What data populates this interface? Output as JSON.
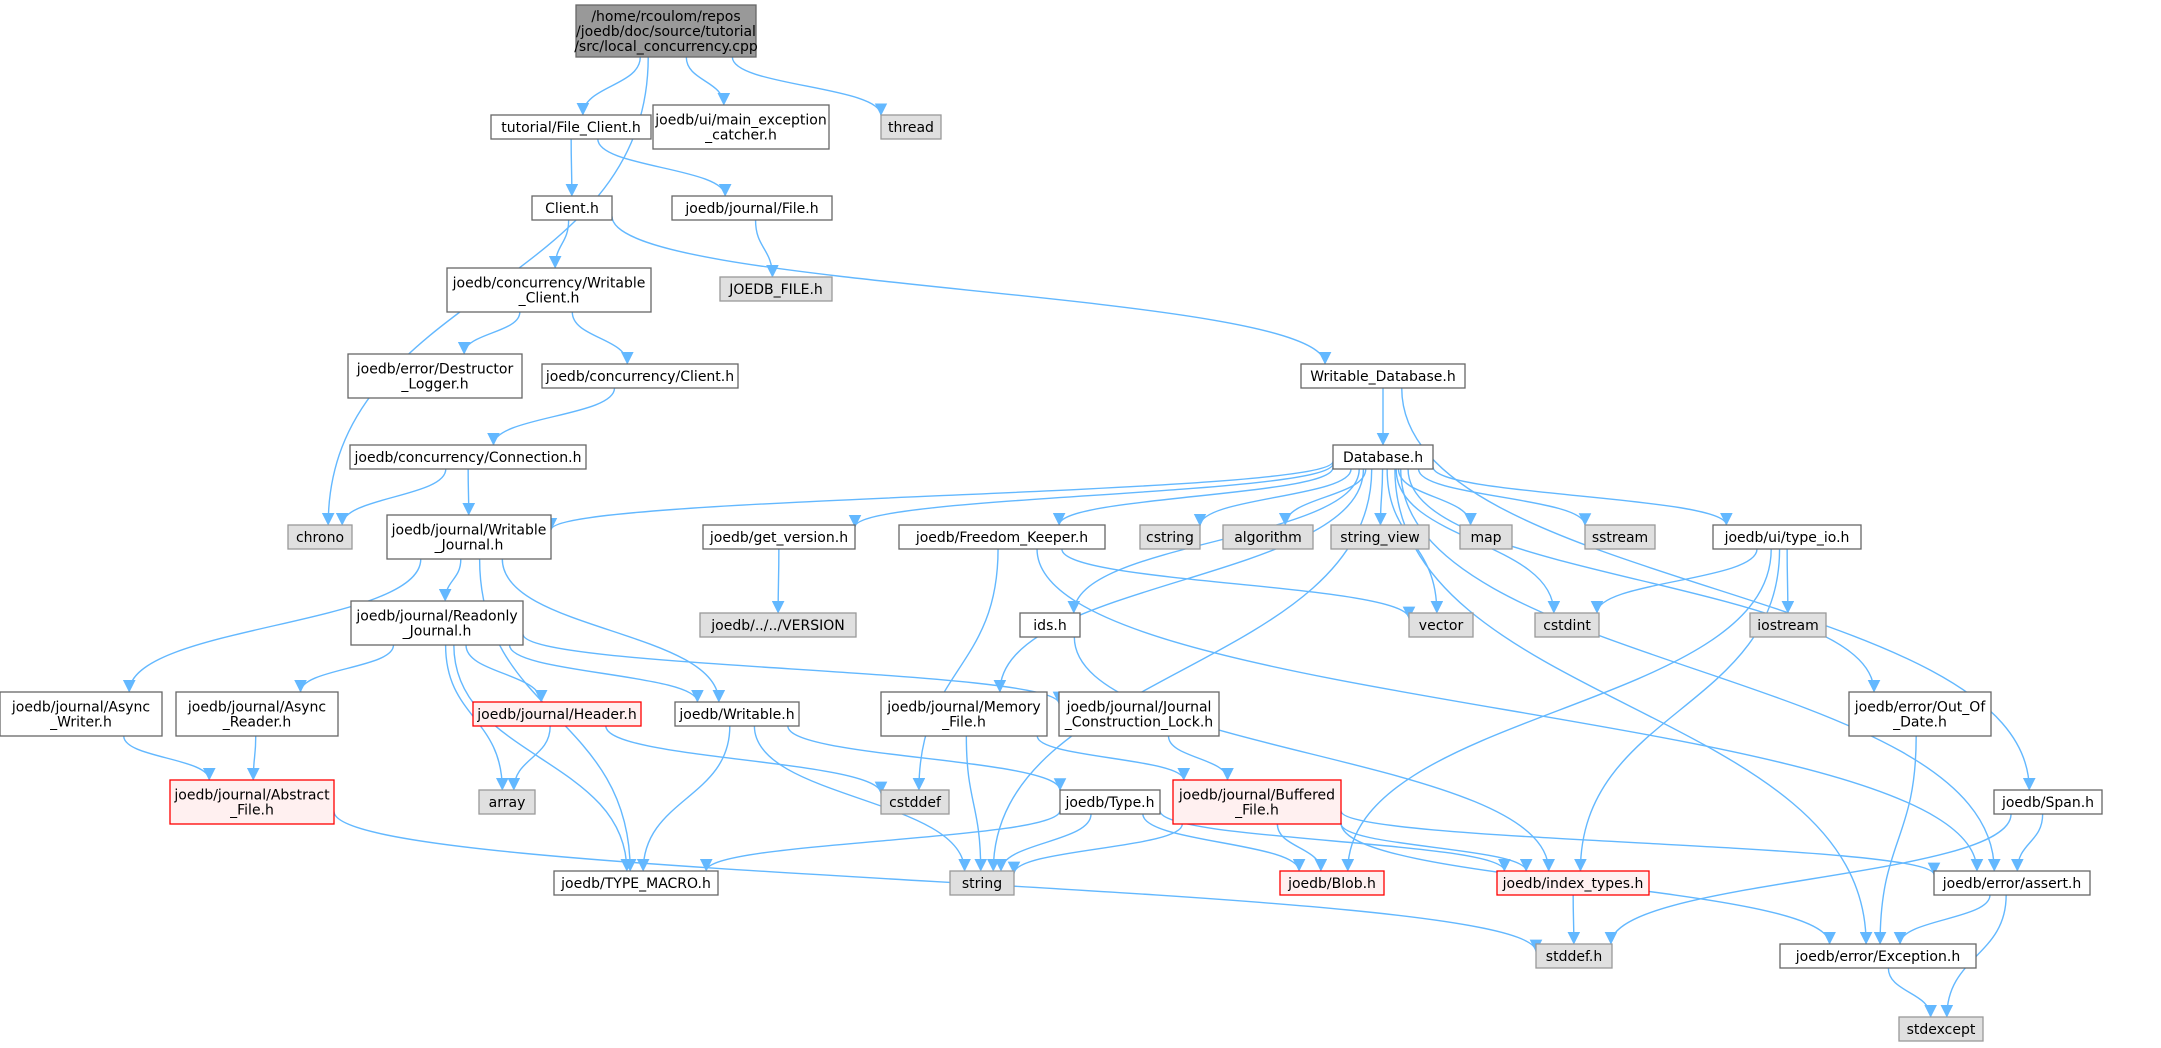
{
  "colors": {
    "edge": "#63b8ff",
    "root_fill": "#999999",
    "root_stroke": "#666666",
    "file_fill": "#ffffff",
    "file_stroke": "#666666",
    "sys_fill": "#e0e0e0",
    "sys_stroke": "#999999",
    "trunc_fill": "#fff0f0",
    "trunc_stroke": "#ff0000"
  },
  "nodes": [
    {
      "id": "root",
      "kind": "root",
      "lines": [
        "/home/rcoulom/repos",
        "/joedb/doc/source/tutorial",
        "/src/local_concurrency.cpp"
      ]
    },
    {
      "id": "tutorial_file_client",
      "kind": "file",
      "lines": [
        "tutorial/File_Client.h"
      ]
    },
    {
      "id": "main_exception_catcher",
      "kind": "file",
      "lines": [
        "joedb/ui/main_exception",
        "_catcher.h"
      ]
    },
    {
      "id": "thread",
      "kind": "sys",
      "lines": [
        "thread"
      ]
    },
    {
      "id": "client_h",
      "kind": "file",
      "lines": [
        "Client.h"
      ]
    },
    {
      "id": "journal_file",
      "kind": "file",
      "lines": [
        "joedb/journal/File.h"
      ]
    },
    {
      "id": "joedb_file_h",
      "kind": "sys",
      "lines": [
        "JOEDB_FILE.h"
      ]
    },
    {
      "id": "writable_client",
      "kind": "file",
      "lines": [
        "joedb/concurrency/Writable",
        "_Client.h"
      ]
    },
    {
      "id": "destructor_logger",
      "kind": "file",
      "lines": [
        "joedb/error/Destructor",
        "_Logger.h"
      ]
    },
    {
      "id": "concurrency_client",
      "kind": "file",
      "lines": [
        "joedb/concurrency/Client.h"
      ]
    },
    {
      "id": "writable_database",
      "kind": "file",
      "lines": [
        "Writable_Database.h"
      ]
    },
    {
      "id": "connection",
      "kind": "file",
      "lines": [
        "joedb/concurrency/Connection.h"
      ]
    },
    {
      "id": "database",
      "kind": "file",
      "lines": [
        "Database.h"
      ]
    },
    {
      "id": "chrono",
      "kind": "sys",
      "lines": [
        "chrono"
      ]
    },
    {
      "id": "writable_journal",
      "kind": "file",
      "lines": [
        "joedb/journal/Writable",
        "_Journal.h"
      ]
    },
    {
      "id": "get_version",
      "kind": "file",
      "lines": [
        "joedb/get_version.h"
      ]
    },
    {
      "id": "freedom_keeper",
      "kind": "file",
      "lines": [
        "joedb/Freedom_Keeper.h"
      ]
    },
    {
      "id": "cstring",
      "kind": "sys",
      "lines": [
        "cstring"
      ]
    },
    {
      "id": "algorithm",
      "kind": "sys",
      "lines": [
        "algorithm"
      ]
    },
    {
      "id": "string_view",
      "kind": "sys",
      "lines": [
        "string_view"
      ]
    },
    {
      "id": "map",
      "kind": "sys",
      "lines": [
        "map"
      ]
    },
    {
      "id": "sstream",
      "kind": "sys",
      "lines": [
        "sstream"
      ]
    },
    {
      "id": "type_io",
      "kind": "file",
      "lines": [
        "joedb/ui/type_io.h"
      ]
    },
    {
      "id": "readonly_journal",
      "kind": "file",
      "lines": [
        "joedb/journal/Readonly",
        "_Journal.h"
      ]
    },
    {
      "id": "version",
      "kind": "sys",
      "lines": [
        "joedb/../../VERSION"
      ]
    },
    {
      "id": "ids",
      "kind": "file",
      "lines": [
        "ids.h"
      ]
    },
    {
      "id": "vector",
      "kind": "sys",
      "lines": [
        "vector"
      ]
    },
    {
      "id": "cstdint",
      "kind": "sys",
      "lines": [
        "cstdint"
      ]
    },
    {
      "id": "iostream",
      "kind": "sys",
      "lines": [
        "iostream"
      ]
    },
    {
      "id": "async_writer",
      "kind": "file",
      "lines": [
        "joedb/journal/Async",
        "_Writer.h"
      ]
    },
    {
      "id": "async_reader",
      "kind": "file",
      "lines": [
        "joedb/journal/Async",
        "_Reader.h"
      ]
    },
    {
      "id": "header",
      "kind": "trunc",
      "lines": [
        "joedb/journal/Header.h"
      ]
    },
    {
      "id": "writable_h",
      "kind": "file",
      "lines": [
        "joedb/Writable.h"
      ]
    },
    {
      "id": "memory_file",
      "kind": "file",
      "lines": [
        "joedb/journal/Memory",
        "_File.h"
      ]
    },
    {
      "id": "construction_lock",
      "kind": "file",
      "lines": [
        "joedb/journal/Journal",
        "_Construction_Lock.h"
      ]
    },
    {
      "id": "out_of_date",
      "kind": "file",
      "lines": [
        "joedb/error/Out_Of",
        "_Date.h"
      ]
    },
    {
      "id": "abstract_file",
      "kind": "trunc",
      "lines": [
        "joedb/journal/Abstract",
        "_File.h"
      ]
    },
    {
      "id": "array",
      "kind": "sys",
      "lines": [
        "array"
      ]
    },
    {
      "id": "cstddef",
      "kind": "sys",
      "lines": [
        "cstddef"
      ]
    },
    {
      "id": "type_h",
      "kind": "file",
      "lines": [
        "joedb/Type.h"
      ]
    },
    {
      "id": "buffered_file",
      "kind": "trunc",
      "lines": [
        "joedb/journal/Buffered",
        "_File.h"
      ]
    },
    {
      "id": "span",
      "kind": "file",
      "lines": [
        "joedb/Span.h"
      ]
    },
    {
      "id": "type_macro",
      "kind": "file",
      "lines": [
        "joedb/TYPE_MACRO.h"
      ]
    },
    {
      "id": "string",
      "kind": "sys",
      "lines": [
        "string"
      ]
    },
    {
      "id": "blob",
      "kind": "trunc",
      "lines": [
        "joedb/Blob.h"
      ]
    },
    {
      "id": "index_types",
      "kind": "trunc",
      "lines": [
        "joedb/index_types.h"
      ]
    },
    {
      "id": "assert",
      "kind": "file",
      "lines": [
        "joedb/error/assert.h"
      ]
    },
    {
      "id": "stddef",
      "kind": "sys",
      "lines": [
        "stddef.h"
      ]
    },
    {
      "id": "exception",
      "kind": "file",
      "lines": [
        "joedb/error/Exception.h"
      ]
    },
    {
      "id": "stdexcept",
      "kind": "sys",
      "lines": [
        "stdexcept"
      ]
    }
  ],
  "edges": [
    [
      "root",
      "tutorial_file_client"
    ],
    [
      "root",
      "main_exception_catcher"
    ],
    [
      "root",
      "thread"
    ],
    [
      "root",
      "chrono"
    ],
    [
      "tutorial_file_client",
      "client_h"
    ],
    [
      "tutorial_file_client",
      "journal_file"
    ],
    [
      "journal_file",
      "joedb_file_h"
    ],
    [
      "client_h",
      "writable_client"
    ],
    [
      "client_h",
      "writable_database"
    ],
    [
      "writable_client",
      "destructor_logger"
    ],
    [
      "writable_client",
      "concurrency_client"
    ],
    [
      "concurrency_client",
      "connection"
    ],
    [
      "connection",
      "chrono"
    ],
    [
      "connection",
      "writable_journal"
    ],
    [
      "writable_database",
      "database"
    ],
    [
      "writable_database",
      "span"
    ],
    [
      "database",
      "writable_journal"
    ],
    [
      "database",
      "get_version"
    ],
    [
      "database",
      "freedom_keeper"
    ],
    [
      "database",
      "cstring"
    ],
    [
      "database",
      "algorithm"
    ],
    [
      "database",
      "string_view"
    ],
    [
      "database",
      "map"
    ],
    [
      "database",
      "sstream"
    ],
    [
      "database",
      "type_io"
    ],
    [
      "database",
      "ids"
    ],
    [
      "database",
      "vector"
    ],
    [
      "database",
      "cstdint"
    ],
    [
      "database",
      "memory_file"
    ],
    [
      "database",
      "string"
    ],
    [
      "database",
      "out_of_date"
    ],
    [
      "database",
      "exception"
    ],
    [
      "database",
      "assert"
    ],
    [
      "get_version",
      "version"
    ],
    [
      "freedom_keeper",
      "vector"
    ],
    [
      "freedom_keeper",
      "cstddef"
    ],
    [
      "freedom_keeper",
      "assert"
    ],
    [
      "type_io",
      "cstdint"
    ],
    [
      "type_io",
      "iostream"
    ],
    [
      "type_io",
      "blob"
    ],
    [
      "type_io",
      "index_types"
    ],
    [
      "ids",
      "index_types"
    ],
    [
      "writable_journal",
      "readonly_journal"
    ],
    [
      "writable_journal",
      "async_writer"
    ],
    [
      "writable_journal",
      "writable_h"
    ],
    [
      "writable_journal",
      "type_macro"
    ],
    [
      "readonly_journal",
      "async_reader"
    ],
    [
      "readonly_journal",
      "header"
    ],
    [
      "readonly_journal",
      "writable_h"
    ],
    [
      "readonly_journal",
      "construction_lock"
    ],
    [
      "readonly_journal",
      "array"
    ],
    [
      "readonly_journal",
      "type_macro"
    ],
    [
      "async_writer",
      "abstract_file"
    ],
    [
      "async_reader",
      "abstract_file"
    ],
    [
      "abstract_file",
      "stddef"
    ],
    [
      "header",
      "array"
    ],
    [
      "header",
      "cstddef"
    ],
    [
      "writable_h",
      "type_h"
    ],
    [
      "writable_h",
      "type_macro"
    ],
    [
      "writable_h",
      "string"
    ],
    [
      "memory_file",
      "buffered_file"
    ],
    [
      "memory_file",
      "string"
    ],
    [
      "construction_lock",
      "buffered_file"
    ],
    [
      "type_h",
      "type_macro"
    ],
    [
      "type_h",
      "string"
    ],
    [
      "type_h",
      "blob"
    ],
    [
      "type_h",
      "index_types"
    ],
    [
      "buffered_file",
      "string"
    ],
    [
      "buffered_file",
      "blob"
    ],
    [
      "buffered_file",
      "index_types"
    ],
    [
      "buffered_file",
      "assert"
    ],
    [
      "buffered_file",
      "exception"
    ],
    [
      "index_types",
      "stddef"
    ],
    [
      "out_of_date",
      "exception"
    ],
    [
      "span",
      "assert"
    ],
    [
      "span",
      "stddef"
    ],
    [
      "assert",
      "exception"
    ],
    [
      "assert",
      "stdexcept"
    ],
    [
      "exception",
      "stdexcept"
    ]
  ]
}
